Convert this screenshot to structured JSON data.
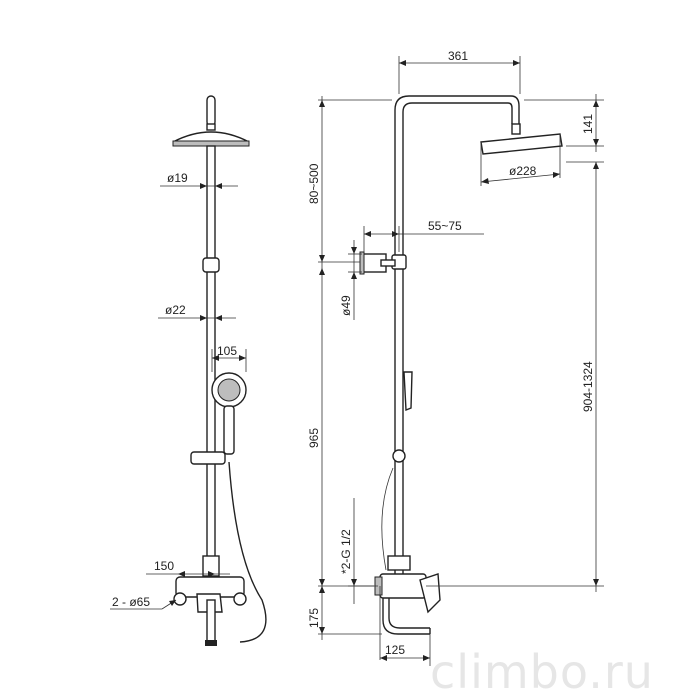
{
  "dimensions": {
    "front": {
      "head_pipe": "ø19",
      "riser": "ø22",
      "hand_shower_width": "105",
      "mixer_width": "150",
      "wall_flanges": "2 - ø65"
    },
    "side": {
      "arm_reach": "361",
      "head_height": "141",
      "head_diameter": "ø228",
      "adjust_range": "80~500",
      "bracket_offset": "55~75",
      "bracket_diameter": "ø49",
      "riser_length": "965",
      "total_range": "904-1324",
      "connection": "*2-G 1/2",
      "spout_height": "175",
      "spout_reach": "125"
    }
  },
  "watermark": "climbo.ru"
}
